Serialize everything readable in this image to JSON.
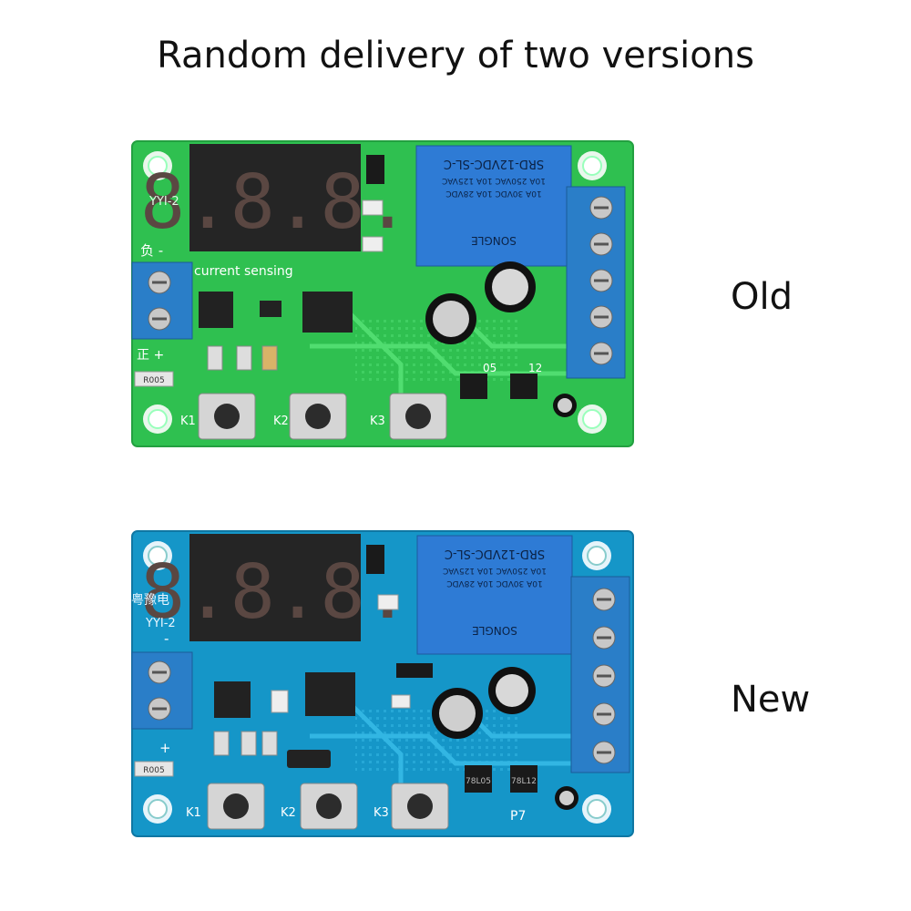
{
  "heading": "Random delivery of two versions",
  "colors": {
    "old_pcb": "#2fc050",
    "new_pcb": "#1596c8"
  },
  "old": {
    "label": "Old",
    "silk_model": "YYI-2",
    "silk_neg": "负 -",
    "silk_current": "current sensing",
    "silk_pos": "正 +",
    "resistor": "R005",
    "display": "8.8.8.",
    "relay_model": "SRD-12VDC-SL-C",
    "relay_line1": "10A 250VAC 10A 125VAC",
    "relay_line2": "10A 30VDC 10A 28VDC",
    "relay_brand": "SONGLE",
    "buttons": [
      "K1",
      "K2",
      "K3"
    ],
    "reg_labels": [
      "05",
      "12"
    ]
  },
  "new": {
    "label": "New",
    "silk_brand": "粤豫电",
    "silk_model": "YYI-2",
    "silk_neg": "-",
    "silk_pos": "+",
    "resistor": "R005",
    "display": "8.8.8.",
    "relay_model": "SRD-12VDC-SL-C",
    "relay_line1": "10A 250VAC 10A 125VAC",
    "relay_line2": "10A 30VDC 10A 28VDC",
    "relay_brand": "SONGLE",
    "buttons": [
      "K1",
      "K2",
      "K3"
    ],
    "reg_labels": [
      "78L05",
      "78L12"
    ],
    "silk_p7": "P7"
  }
}
